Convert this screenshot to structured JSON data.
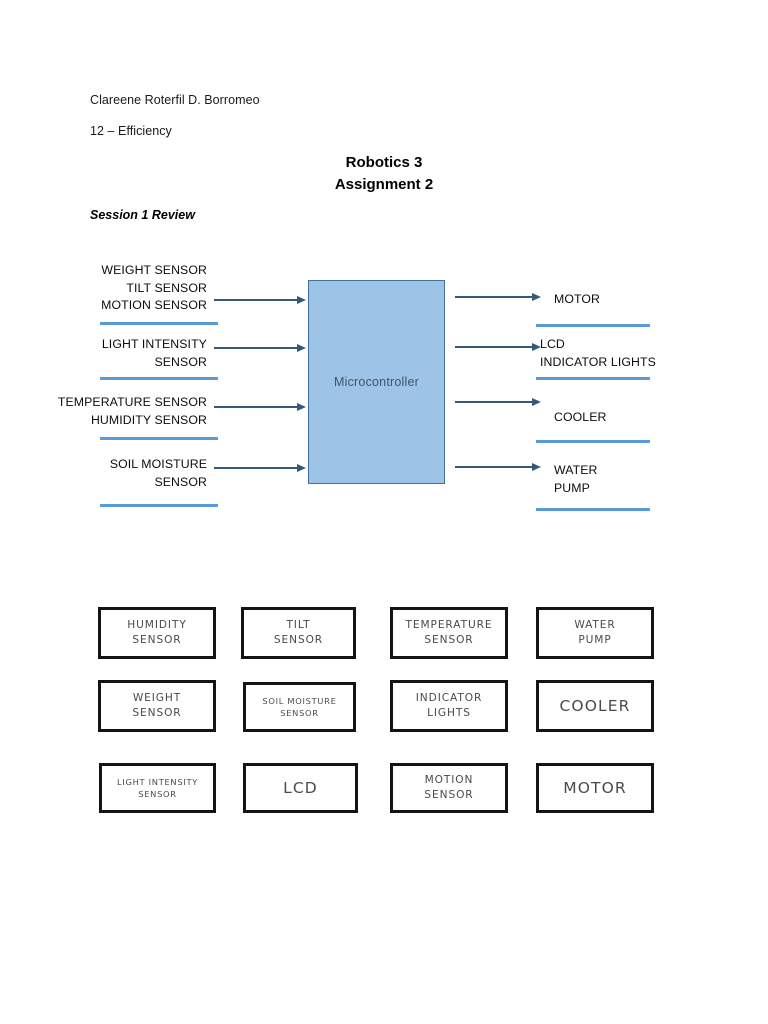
{
  "document": {
    "author": "Clareene Roterfil D. Borromeo",
    "section": "12 – Efficiency",
    "title_line1": "Robotics 3",
    "title_line2": "Assignment 2",
    "section_heading": "Session 1 Review"
  },
  "diagram": {
    "controller_label": "Microcontroller",
    "colors": {
      "controller_fill": "#9DC3E6",
      "controller_border": "#41719C",
      "arrow": "#36587D",
      "rule": "#5B9BD5",
      "controller_text": "#44546A"
    },
    "inputs": [
      {
        "lines": [
          "WEIGHT SENSOR",
          "TILT SENSOR",
          "MOTION SENSOR"
        ]
      },
      {
        "lines": [
          "LIGHT INTENSITY",
          "SENSOR"
        ]
      },
      {
        "lines": [
          "TEMPERATURE SENSOR",
          "HUMIDITY SENSOR"
        ]
      },
      {
        "lines": [
          "SOIL MOISTURE",
          "SENSOR"
        ]
      }
    ],
    "outputs": [
      {
        "lines": [
          "MOTOR"
        ]
      },
      {
        "lines": [
          "LCD",
          "INDICATOR LIGHTS"
        ]
      },
      {
        "lines": [
          "COOLER"
        ]
      },
      {
        "lines": [
          "WATER",
          "PUMP"
        ]
      }
    ]
  },
  "components": [
    {
      "lines": [
        "HUMIDITY",
        "SENSOR"
      ],
      "size": "md"
    },
    {
      "lines": [
        "TILT",
        "SENSOR"
      ],
      "size": "md"
    },
    {
      "lines": [
        "TEMPERATURE",
        "SENSOR"
      ],
      "size": "md"
    },
    {
      "lines": [
        "WATER",
        "PUMP"
      ],
      "size": "md"
    },
    {
      "lines": [
        "WEIGHT",
        "SENSOR"
      ],
      "size": "md"
    },
    {
      "lines": [
        "SOIL MOISTURE",
        "SENSOR"
      ],
      "size": "sm"
    },
    {
      "lines": [
        "INDICATOR",
        "LIGHTS"
      ],
      "size": "md"
    },
    {
      "lines": [
        "COOLER"
      ],
      "size": "lg"
    },
    {
      "lines": [
        "LIGHT INTENSITY",
        "SENSOR"
      ],
      "size": "sm"
    },
    {
      "lines": [
        "LCD"
      ],
      "size": "lg"
    },
    {
      "lines": [
        "MOTION",
        "SENSOR"
      ],
      "size": "md"
    },
    {
      "lines": [
        "MOTOR"
      ],
      "size": "lg"
    }
  ]
}
